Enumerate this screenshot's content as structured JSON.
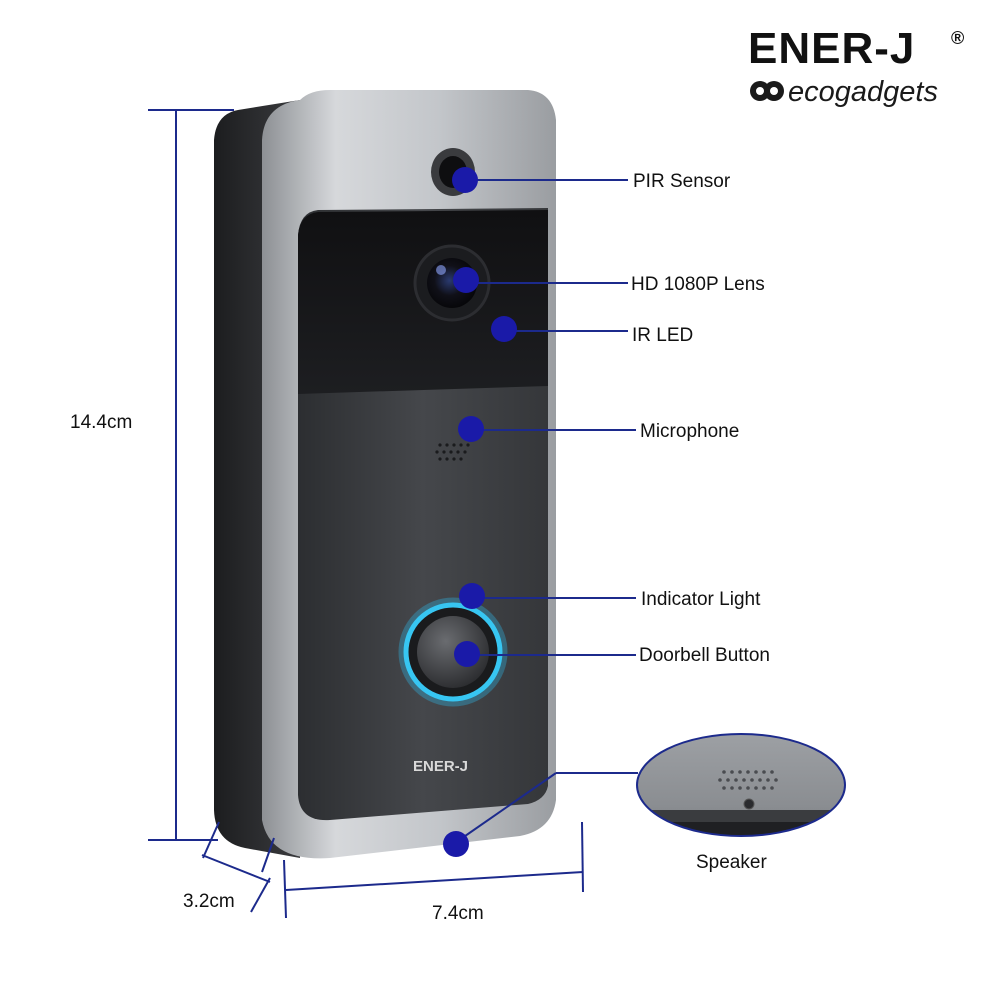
{
  "brand": {
    "logo_text": "ENER-J",
    "registered_mark": "®",
    "sub_logo": "ecogadgets",
    "device_mark": "ENER-J"
  },
  "dimensions": {
    "height": "14.4cm",
    "depth": "3.2cm",
    "width": "7.4cm"
  },
  "callouts": {
    "pir": "PIR Sensor",
    "lens": "HD 1080P Lens",
    "ir_led": "IR LED",
    "mic": "Microphone",
    "indicator": "Indicator Light",
    "button": "Doorbell Button",
    "speaker": "Speaker"
  },
  "colors": {
    "callout_line": "#1c2a8c",
    "callout_dot": "#1a1aa8",
    "ring_glow": "#2fb8e8",
    "body_silver": "#b9bcc0",
    "body_dark": "#3d3f43"
  }
}
